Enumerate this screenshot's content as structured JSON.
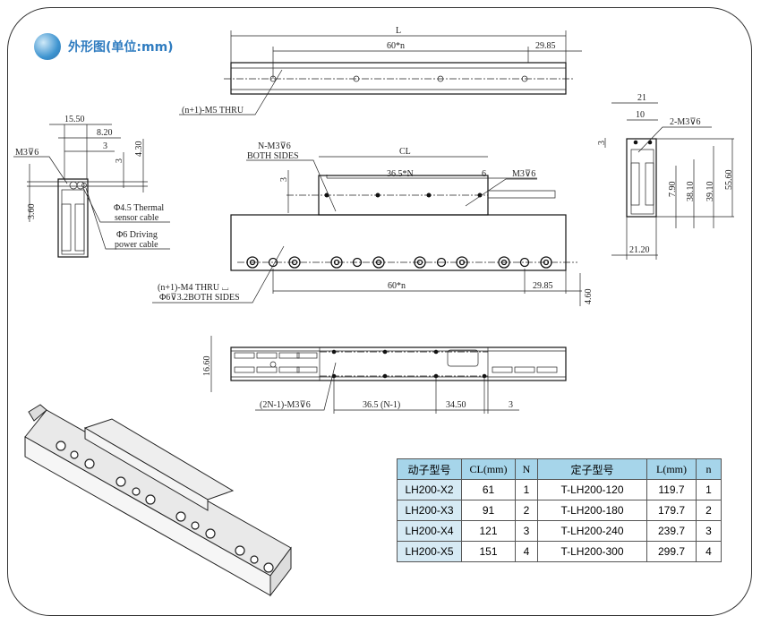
{
  "title": "外形图(单位:mm)",
  "top_view": {
    "L": "L",
    "pitch": "60*n",
    "end": "29.85",
    "holes": "(n+1)-M5 THRU"
  },
  "left_view": {
    "w1": "15.50",
    "w2": "8.20",
    "w3": "3",
    "h1": "3",
    "h2": "4.30",
    "h3": "3.60",
    "tap": "M3⊽6",
    "thermal1": "Φ4.5 Thermal",
    "thermal2": "sensor cable",
    "power1": "Φ6 Driving",
    "power2": "power cable"
  },
  "front_view": {
    "tap_n1": "N-M3⊽6",
    "tap_n2": "BOTH SIDES",
    "CL": "CL",
    "pitch": "36.5*N",
    "six": "6",
    "tap": "M3⊽6",
    "three": "3",
    "holes1": "(n+1)-M4 THRU ⌴",
    "holes2": "Φ6⊽3.2BOTH SIDES",
    "pitch2": "60*n",
    "end": "29.85",
    "h": "4.60"
  },
  "right_view": {
    "w": "21",
    "w2": "10",
    "tap": "2-M3⊽6",
    "three": "3",
    "h1": "7.90",
    "h2": "38.10",
    "h3": "39.10",
    "h4": "55.60",
    "wb": "21.20"
  },
  "bottom_view": {
    "h": "16.60",
    "tap": "(2N-1)-M3⊽6",
    "pitch": "36.5 (N-1)",
    "d1": "34.50",
    "d2": "3"
  },
  "table": {
    "headers": [
      "动子型号",
      "CL(mm)",
      "N",
      "定子型号",
      "L(mm)",
      "n"
    ],
    "rows": [
      [
        "LH200-X2",
        "61",
        "1",
        "T-LH200-120",
        "119.7",
        "1"
      ],
      [
        "LH200-X3",
        "91",
        "2",
        "T-LH200-180",
        "179.7",
        "2"
      ],
      [
        "LH200-X4",
        "121",
        "3",
        "T-LH200-240",
        "239.7",
        "3"
      ],
      [
        "LH200-X5",
        "151",
        "4",
        "T-LH200-300",
        "299.7",
        "4"
      ]
    ]
  }
}
